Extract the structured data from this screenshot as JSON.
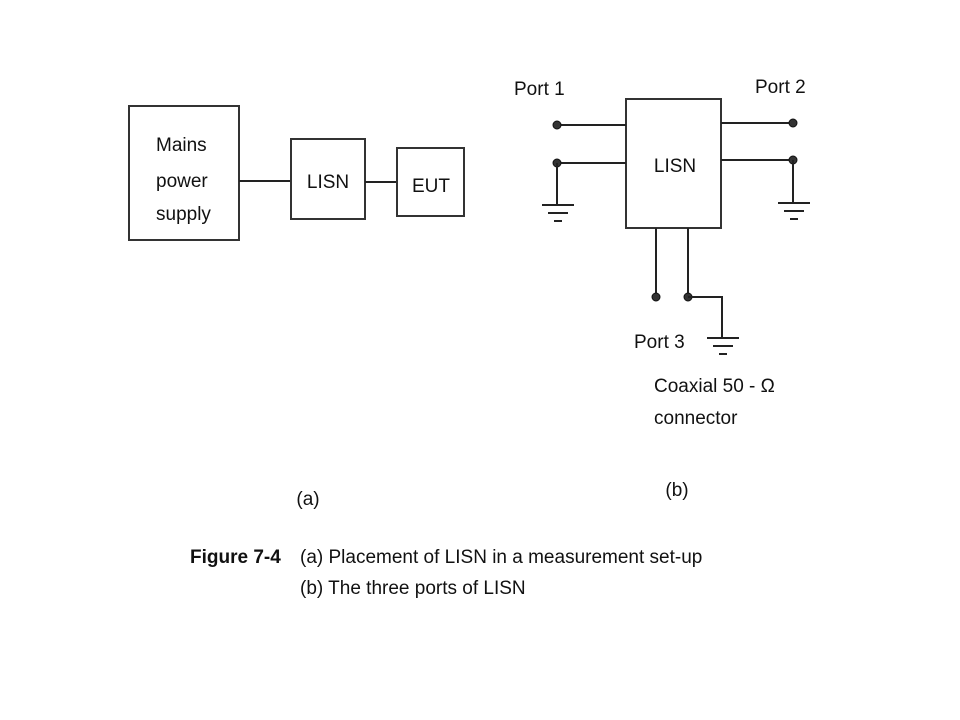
{
  "diagram_a": {
    "supply_label": [
      "Mains",
      "power",
      "supply"
    ],
    "lisn_label": "LISN",
    "eut_label": "EUT",
    "panel_label": "(a)"
  },
  "diagram_b": {
    "port1_label": "Port 1",
    "port2_label": "Port 2",
    "port3_label": "Port 3",
    "lisn_label": "LISN",
    "connector_label": [
      "Coaxial 50 - Ω",
      "connector"
    ],
    "panel_label": "(b)"
  },
  "caption": {
    "figure_number": "Figure 7-4",
    "line_a": "(a) Placement of LISN in a measurement set-up",
    "line_b": "(b) The three ports of LISN"
  }
}
